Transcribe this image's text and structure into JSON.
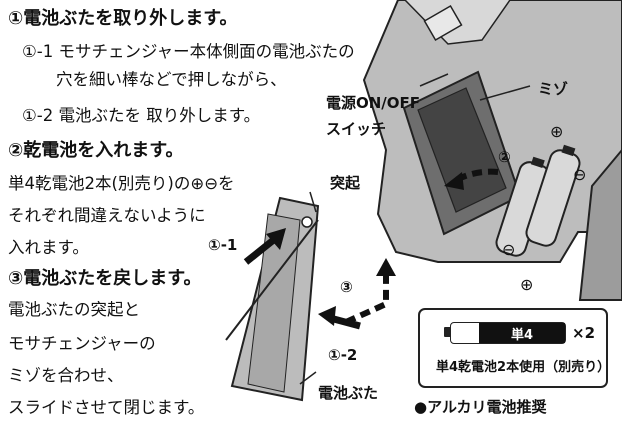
{
  "steps": {
    "s1_title": "①電池ぶたを取り外します。",
    "s1_1a": "①-1 モサチェンジャー本体側面の電池ぶたの",
    "s1_1b": "穴を細い棒などで押しながら、",
    "s1_2": "①-2 電池ぶたを 取り外します。",
    "s2_title": "②乾電池を入れます。",
    "s2_a": "単4乾電池2本(別売り)の⊕⊖を",
    "s2_b": "それぞれ間違えないように",
    "s2_c": "入れます。",
    "s3_title": "③電池ぶたを戻します。",
    "s3_a": "電池ぶたの突起と",
    "s3_b": "モサチェンジャーの",
    "s3_c": "ミゾを合わせ、",
    "s3_d": "スライドさせて閉じます。"
  },
  "labels": {
    "power_a": "電源ON/OFF",
    "power_b": "スイッチ",
    "groove": "ミゾ",
    "bump": "突起",
    "lid": "電池ぶた",
    "step_1_1": "①-1",
    "step_1_2": "①-2",
    "step_2": "②",
    "step_3": "③"
  },
  "battery_box": {
    "type": "単4",
    "count": "×2",
    "usage": "単4乾電池2本使用（別売り）"
  },
  "alkaline": "●アルカリ電池推奨"
}
